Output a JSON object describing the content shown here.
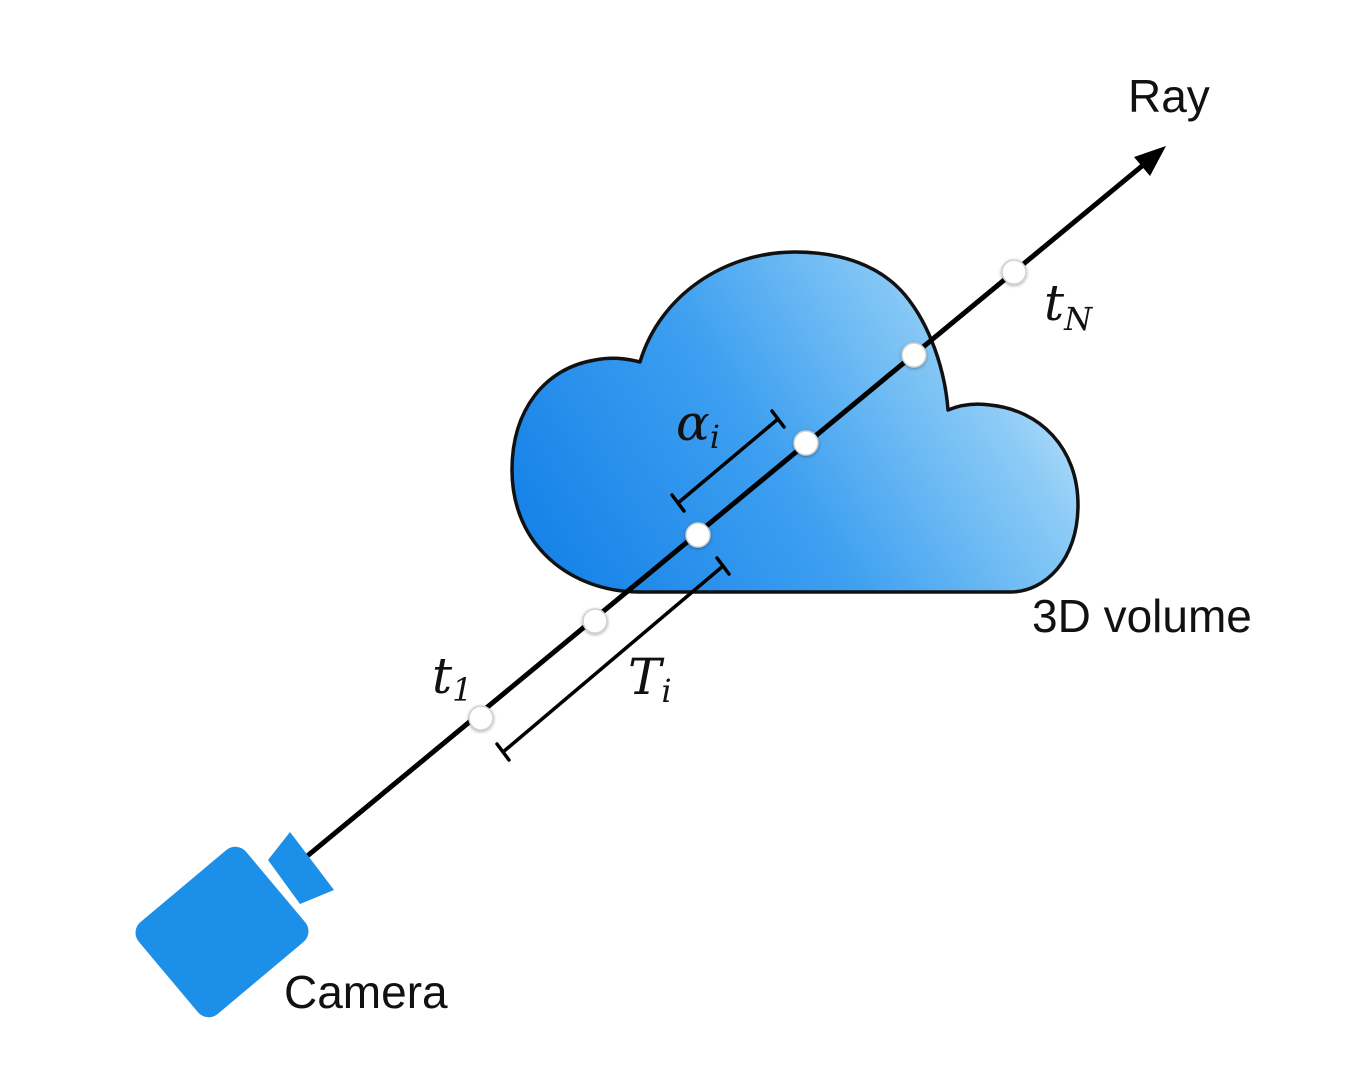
{
  "labels": {
    "ray": "Ray",
    "camera": "Camera",
    "volume": "3D volume"
  },
  "math": {
    "t1": {
      "base": "t",
      "sub": "1"
    },
    "tN": {
      "base": "t",
      "sub": "N"
    },
    "alpha": {
      "base": "α",
      "sub": "i"
    },
    "T": {
      "base": "T",
      "sub": "i"
    }
  },
  "colors": {
    "cloud_light": "#d4ecfb",
    "cloud_mid": "#4aa8f0",
    "cloud_dark": "#1a86ea",
    "camera": "#1c8fe8",
    "ray": "#000000",
    "sample_fill": "#ffffff"
  },
  "icons": [
    "camera-icon",
    "cloud-volume-icon",
    "ray-arrow-icon"
  ]
}
